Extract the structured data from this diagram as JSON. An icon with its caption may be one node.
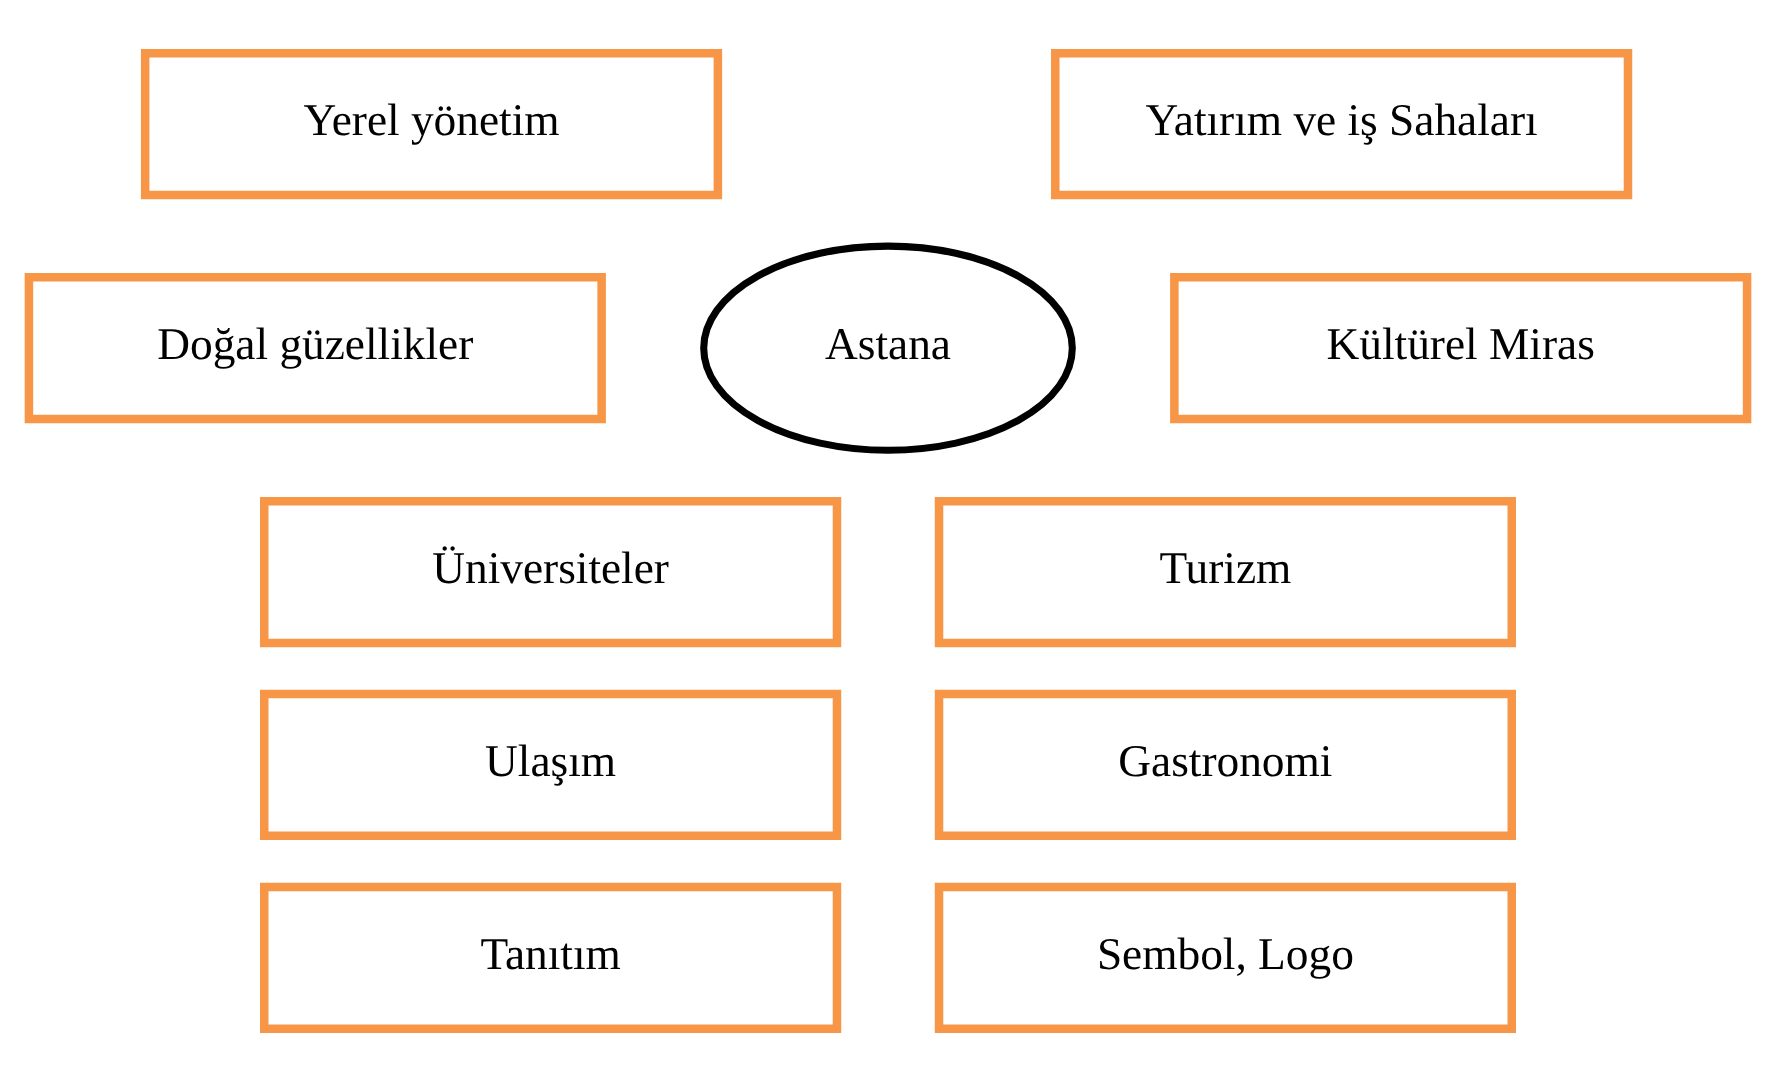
{
  "diagram": {
    "nodes": [
      {
        "text": [
          "Yerel yönetim"
        ]
      },
      {
        "text": [
          "Yatırım ve iş Sahaları"
        ]
      },
      {
        "text": [
          "Doğal güzellikler"
        ]
      },
      {
        "text": [
          "Astana"
        ]
      },
      {
        "text": [
          "Kültürel Miras"
        ]
      },
      {
        "text": [
          "Üniversiteler"
        ]
      },
      {
        "text": [
          "Turizm"
        ]
      },
      {
        "text": [
          "Ulaşım"
        ]
      },
      {
        "text": [
          "Gastronomi"
        ]
      },
      {
        "text": [
          "Tanıtım"
        ]
      },
      {
        "text": [
          "Sembol, Logo"
        ]
      }
    ],
    "edges": []
  }
}
